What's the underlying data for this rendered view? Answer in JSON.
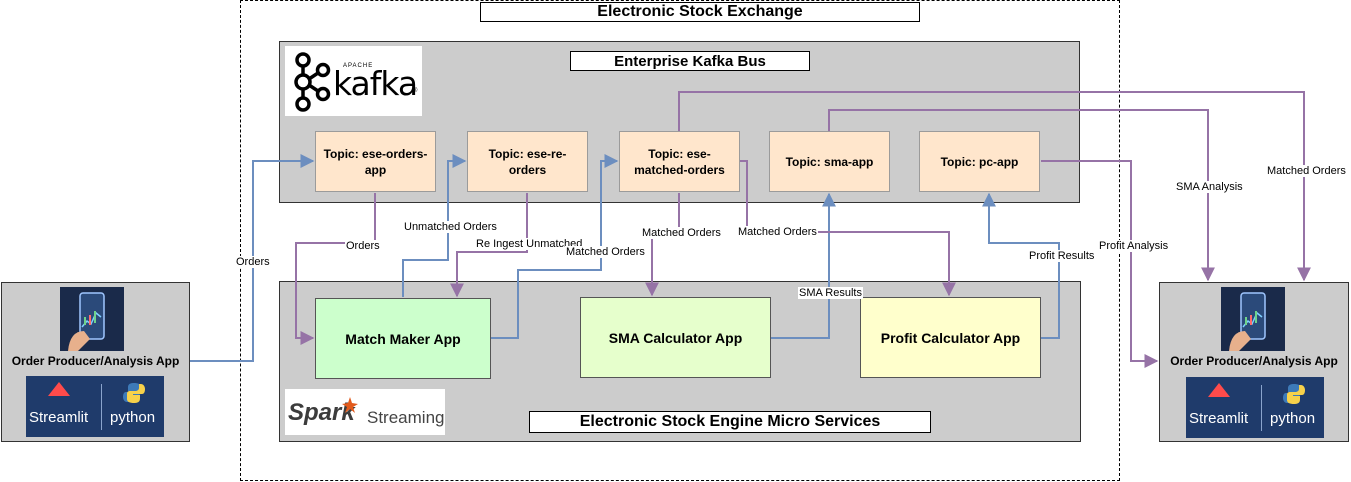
{
  "outer_title": "Electronic Stock Exchange",
  "kafka": {
    "title": "Enterprise Kafka Bus",
    "logo_small": "APACHE",
    "logo_text": "kafka",
    "logo_mark": "®"
  },
  "topics": [
    {
      "label": "Topic: ese-orders-app"
    },
    {
      "label": "Topic: ese-re-orders"
    },
    {
      "label": "Topic: ese-matched-orders"
    },
    {
      "label": "Topic: sma-app"
    },
    {
      "label": "Topic: pc-app"
    }
  ],
  "engine": {
    "title": "Electronic Stock Engine Micro Services",
    "spark_logo": "Spark",
    "spark_sub": "Streaming"
  },
  "apps": [
    {
      "label": "Match Maker App",
      "color": "#ccffcc"
    },
    {
      "label": "SMA Calculator App",
      "color": "#e6ffcc"
    },
    {
      "label": "Profit Calculator App",
      "color": "#ffffcc"
    }
  ],
  "clients": {
    "left": {
      "title": "Order Producer/Analysis App",
      "streamlit": "Streamlit",
      "python": "python"
    },
    "right": {
      "title": "Order Producer/Analysis App",
      "streamlit": "Streamlit",
      "python": "python"
    }
  },
  "edge_labels": {
    "orders_in": "Orders",
    "orders_to_mm": "Orders",
    "unmatched": "Unmatched Orders",
    "reingest": "Re Ingest Unmatched",
    "matched_mm": "Matched Orders",
    "matched_sma": "Matched Orders",
    "matched_pc": "Matched Orders",
    "sma_results": "SMA Results",
    "profit_results": "Profit Results",
    "sma_analysis": "SMA Analysis",
    "matched_client": "Matched Orders",
    "profit_analysis": "Profit Analysis"
  },
  "colors": {
    "blue_edge": "#6c8ebf",
    "purple_edge": "#9673a6",
    "panel_gray": "#cccccc",
    "topic_fill": "#ffe6cc"
  }
}
